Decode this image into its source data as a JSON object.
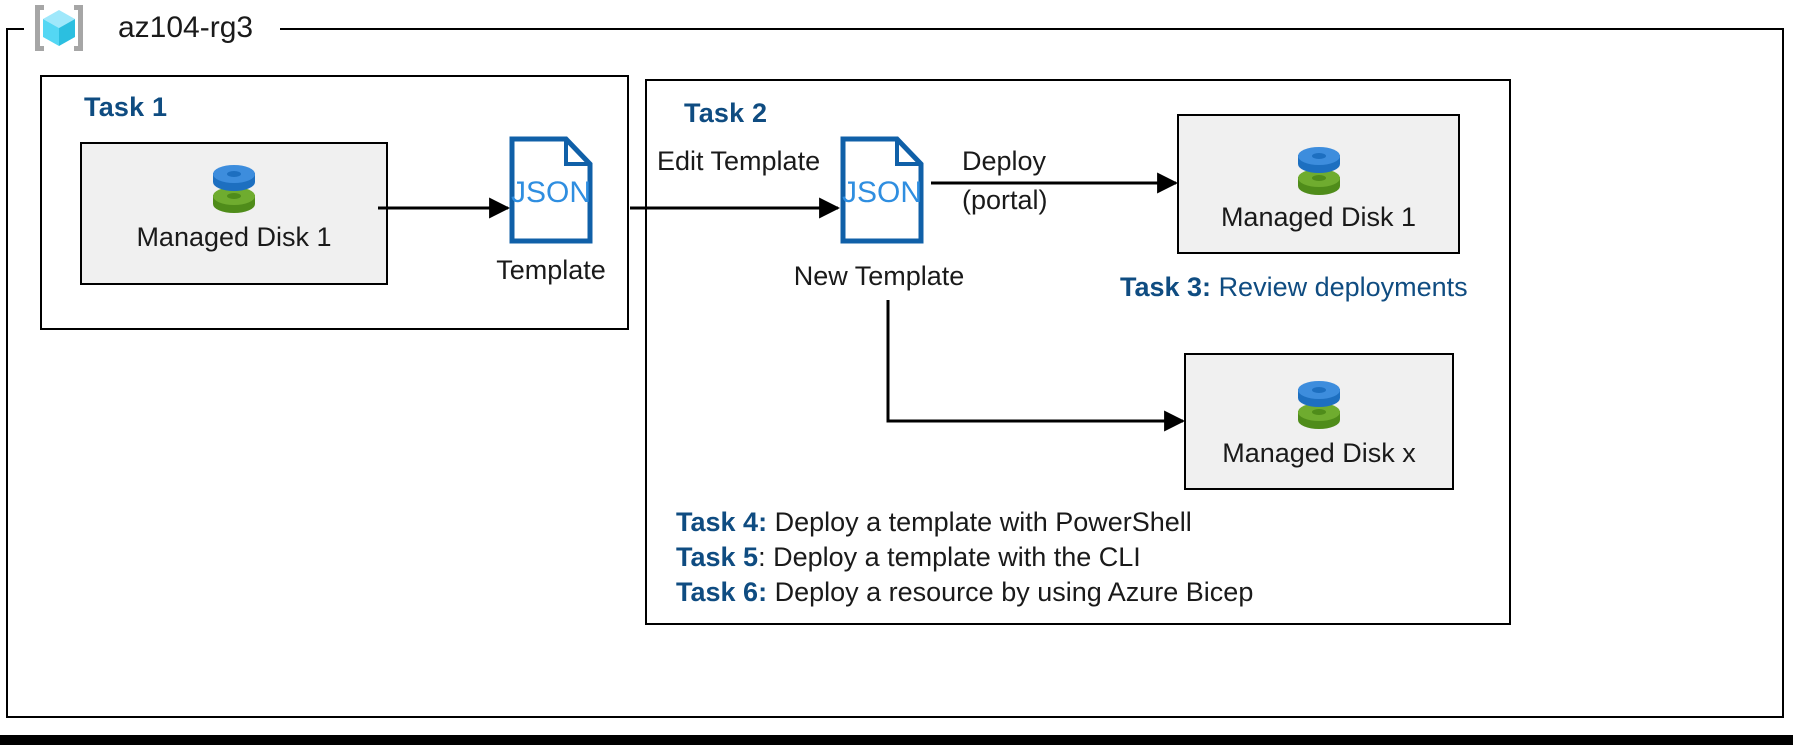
{
  "resource_group": {
    "name": "az104-rg3",
    "icon": "resource-group-cube-icon",
    "cube_colors": {
      "top": "#9fe8fb",
      "left": "#54d7f4",
      "right": "#2bbfe0",
      "bracket": "#a6a6a6"
    }
  },
  "colors": {
    "accent_blue": "#0f4c81",
    "json_blue": "#1060a8",
    "json_text_blue": "#2f8ee0",
    "box_fill": "#f0f0f0",
    "outline": "#000000",
    "disk_blue": "#3d8ddd",
    "disk_blue_dark": "#1d6fc0",
    "disk_green": "#6fac2f",
    "disk_green_dark": "#4f8c1a"
  },
  "task1": {
    "title": "Task 1",
    "resource": {
      "label": "Managed Disk 1",
      "icon": "managed-disk-icon"
    },
    "template": {
      "doc_text": "JSON",
      "caption": "Template",
      "icon": "json-document-icon"
    }
  },
  "task2": {
    "title": "Task 2",
    "edit_arrow_label": "Edit Template",
    "new_template": {
      "doc_text": "JSON",
      "caption": "New Template",
      "icon": "json-document-icon"
    },
    "deploy_arrow_label_line1": "Deploy",
    "deploy_arrow_label_line2": "(portal)",
    "deployed_resource": {
      "label": "Managed Disk 1",
      "icon": "managed-disk-icon"
    },
    "scaled_resource": {
      "label": "Managed Disk x",
      "icon": "managed-disk-icon"
    }
  },
  "task3": {
    "key": "Task 3:",
    "text": "Review deployments"
  },
  "task_list": [
    {
      "key": "Task 4",
      "sep": ":",
      "sep_color": "blue",
      "text": "Deploy a template with PowerShell"
    },
    {
      "key": "Task 5",
      "sep": ":",
      "sep_color": "black",
      "text": "Deploy a template with the CLI"
    },
    {
      "key": "Task 6",
      "sep": ":",
      "sep_color": "blue",
      "text": "Deploy a resource by using Azure Bicep"
    }
  ]
}
